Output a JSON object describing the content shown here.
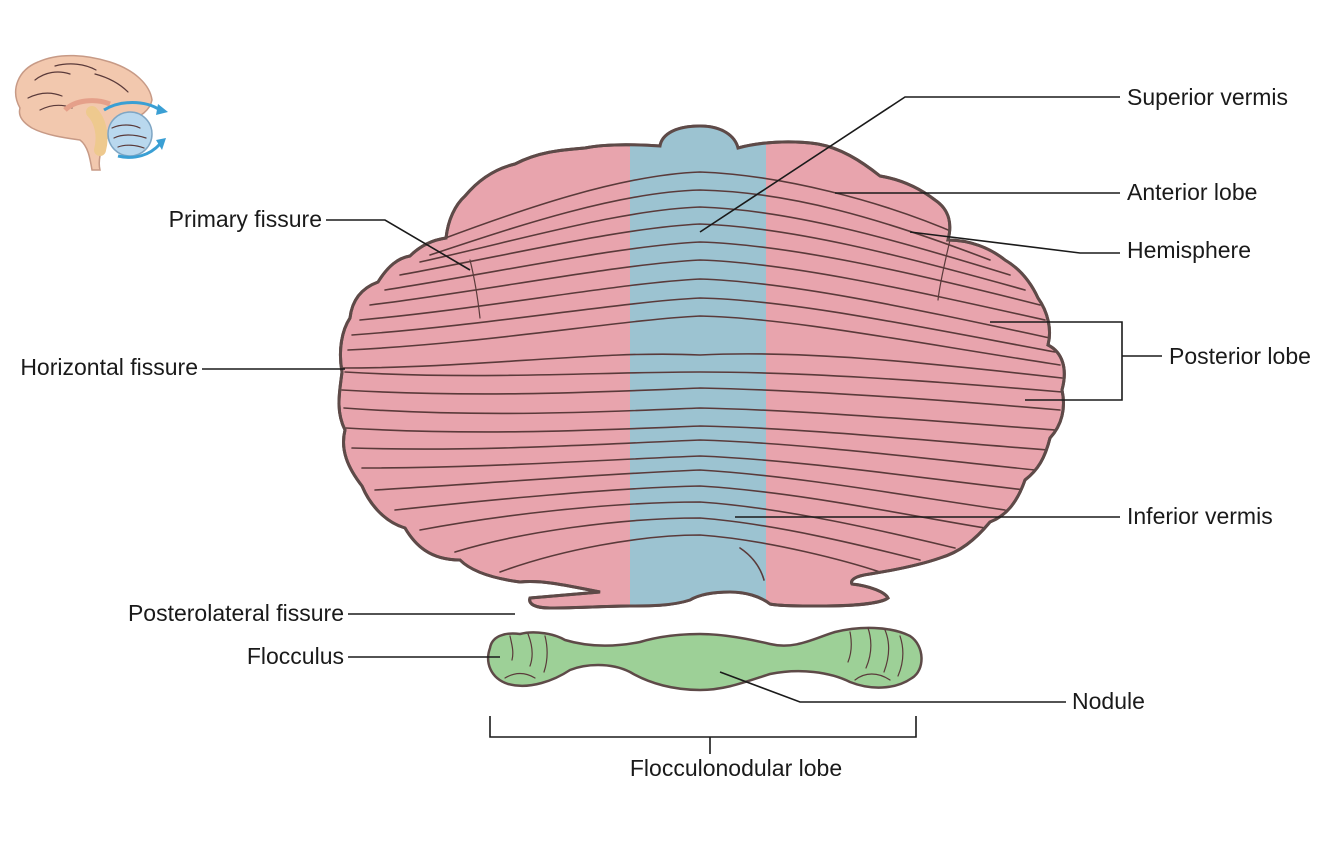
{
  "colors": {
    "hemisphere": "#e8a4ad",
    "vermis": "#9cc3d1",
    "flocculonodular": "#9dd097",
    "outline": "#5e4a48",
    "arrow": "#3a9fd4"
  },
  "icons": {
    "inset": "brain-sagittal-icon"
  },
  "labels": {
    "superior_vermis": "Superior vermis",
    "anterior_lobe": "Anterior lobe",
    "hemisphere": "Hemisphere",
    "posterior_lobe": "Posterior lobe",
    "primary_fissure": "Primary fissure",
    "horizontal_fissure": "Horizontal fissure",
    "inferior_vermis": "Inferior vermis",
    "posterolateral_fissure": "Posterolateral fissure",
    "flocculus": "Flocculus",
    "nodule": "Nodule",
    "flocculonodular_lobe": "Flocculonodular lobe"
  }
}
